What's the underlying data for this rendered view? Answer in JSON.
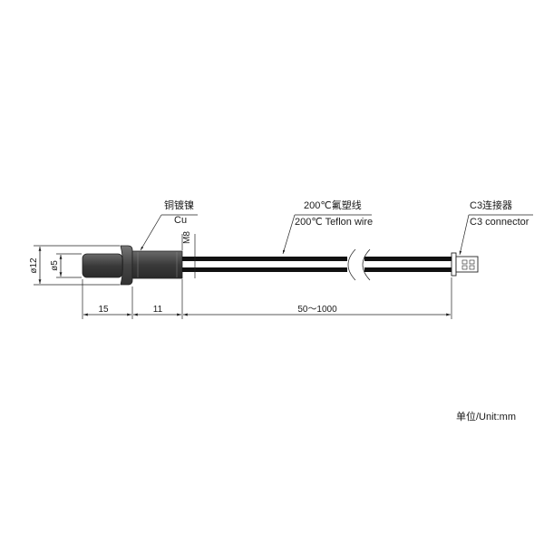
{
  "annotations": {
    "cu_cn": "铜镀镍",
    "cu_en": "Cu",
    "wire_cn": "200℃氟塑线",
    "wire_en": "200℃ Teflon wire",
    "connector_cn": "C3连接器",
    "connector_en": "C3 connector",
    "thread": "M8"
  },
  "dimensions": {
    "dia_outer": "ø12",
    "dia_inner": "ø5",
    "len_probe": "15",
    "len_thread": "11",
    "len_wire": "50～1000"
  },
  "unit_note": "单位/Unit:mm",
  "colors": {
    "probe": "#4a4a4a",
    "probe_dark": "#2e2e2e",
    "wire": "#111111",
    "line": "#222222"
  }
}
